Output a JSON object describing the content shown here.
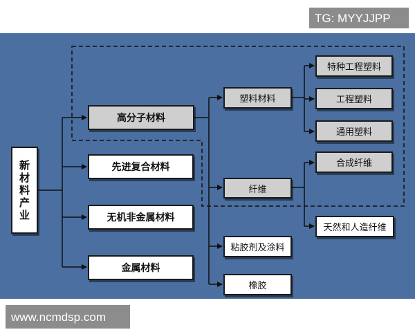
{
  "watermarks": {
    "top": "TG: MYYJJPP",
    "bottom": "www.ncmdsp.com"
  },
  "colors": {
    "panel": "#4a6fa0",
    "box_white": "#ffffff",
    "box_grey": "#cfcfcf",
    "line": "#111111"
  },
  "nodes": {
    "root": [
      "新",
      "材",
      "料",
      "产",
      "业"
    ],
    "polymer": "高分子材料",
    "composite": "先进复合材料",
    "inorganic": "无机非金属材料",
    "metal": "金属材料",
    "plastic": "塑料材料",
    "fiber": "纤维",
    "adhesive": "粘胶剂及涂料",
    "rubber": "橡胶",
    "special_eng_plastic": "特种工程塑料",
    "eng_plastic": "工程塑料",
    "general_plastic": "通用塑料",
    "synthetic_fiber": "合成纤维",
    "natural_fiber": "天然和人造纤维"
  }
}
